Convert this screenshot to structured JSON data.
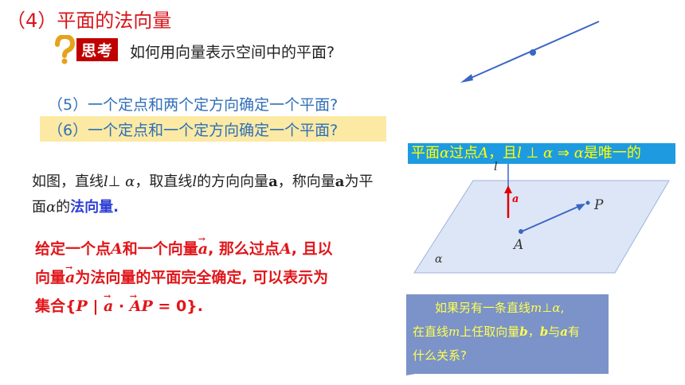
{
  "title": "（4）平面的法向量",
  "think": {
    "badge": "思考",
    "question": "如何用向量表示空间中的平面?"
  },
  "items": {
    "item5": "（5）一个定点和两个定方向确定一个平面?",
    "item6": "（6）一个定点和一个定方向确定一个平面?"
  },
  "paragraph": {
    "p1": "如图，直线",
    "l1": "l",
    "p2": "⊥",
    "alpha1": " α",
    "p3": "，取直线",
    "l2": "l",
    "p4": "的方向向量",
    "a1": "a",
    "p5": "，称向量",
    "a2": "a",
    "p6": "为平面",
    "alpha2": "α",
    "p7": "的",
    "normal": "法向量",
    "period": "."
  },
  "definition": {
    "t1": "给定一个点",
    "A1": "A",
    "t2": "和一个向量",
    "vec_a": "a",
    "t3": ", 那么过点",
    "A2": "A",
    "t4": ", 且以",
    "t5": "向量",
    "vec_a2": "a",
    "t6": "为法向量的平面完全确定, 可以表示为",
    "t7": "集合{",
    "P": "P",
    "bar": " | ",
    "vec_a3": "a",
    "dot": " · ",
    "AP": "AP",
    "t8": " = 0}."
  },
  "banner": {
    "b1": "平面",
    "alpha": "α",
    "b2": "过点",
    "A": "A",
    "b3": "，且",
    "l": "l",
    "b4": " ⊥ ",
    "alpha2": "α",
    "b5": " ⇒ ",
    "alpha3": "α",
    "b6": "是唯一的"
  },
  "figure": {
    "line_label": "l",
    "vec_label": "a",
    "point_P": "P",
    "point_A": "A",
    "plane_label": "α"
  },
  "note": {
    "n1": "如果另有一条直线",
    "m1": "m",
    "n2": "⊥",
    "alpha": "α",
    "n3": ",",
    "n4": "在直线",
    "m2": "m",
    "n5": "上任取向量",
    "b1": "b",
    "n6": "，",
    "b2": "b",
    "n7": "与",
    "a": "a",
    "n8": "有",
    "n9": "什么关系?"
  },
  "colors": {
    "title": "#d8141b",
    "blue_text": "#2f6fb8",
    "highlight": "#fbe9a4",
    "banner_bg": "#1e9be0",
    "banner_text": "#ffff00",
    "plane": "#dde6f7",
    "note_bg": "#7b93c9",
    "red_text": "#e0161a"
  }
}
